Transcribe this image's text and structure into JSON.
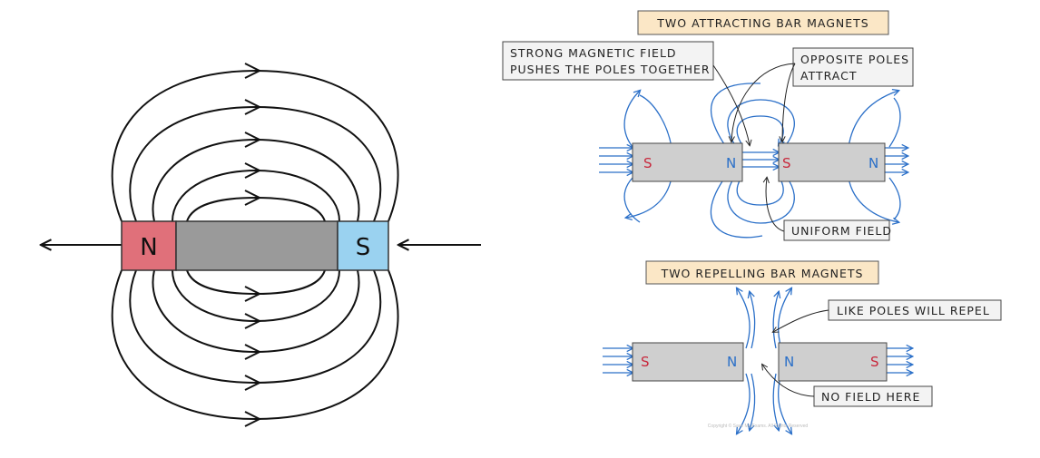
{
  "left_magnet": {
    "north_label": "N",
    "south_label": "S",
    "north_color": "#e0707a",
    "south_color": "#9ad2f0",
    "body_color": "#9a9a9a"
  },
  "attracting": {
    "title": "TWO ATTRACTING BAR MAGNETS",
    "magnet_left": {
      "left_pole": "S",
      "right_pole": "N"
    },
    "magnet_right": {
      "left_pole": "S",
      "right_pole": "N"
    },
    "label_strong_line1": "STRONG MAGNETIC FIELD",
    "label_strong_line2": "PUSHES THE POLES TOGETHER",
    "label_opposite_line1": "OPPOSITE POLES",
    "label_opposite_line2": "ATTRACT",
    "label_uniform": "UNIFORM FIELD"
  },
  "repelling": {
    "title": "TWO REPELLING BAR MAGNETS",
    "magnet_left": {
      "left_pole": "S",
      "right_pole": "N"
    },
    "magnet_right": {
      "left_pole": "N",
      "right_pole": "S"
    },
    "label_like": "LIKE POLES WILL REPEL",
    "label_nofield": "NO FIELD HERE"
  },
  "colors": {
    "field_line": "#2a6fc8",
    "south_text": "#c8283c",
    "north_text": "#2a6fc8",
    "magnet_gray": "#cfcfcf",
    "title_fill": "#fbe7c6"
  },
  "copyright": "Copyright © Save My Exams. All Rights Reserved"
}
